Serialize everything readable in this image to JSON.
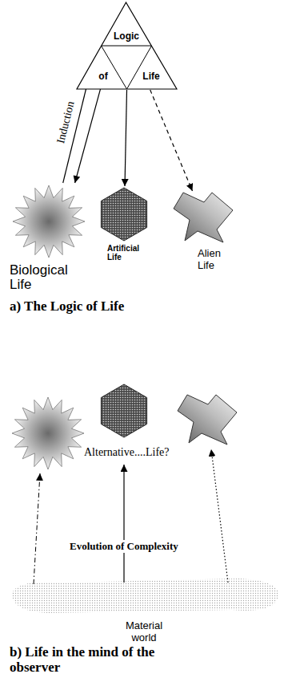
{
  "diagram": {
    "nodes": [
      {
        "text": [
          "Logic",
          "of",
          "Life"
        ]
      },
      {
        "text": [
          "Biological Life"
        ]
      },
      {
        "text": [
          "Artificial Life"
        ]
      },
      {
        "text": [
          "Alien Life"
        ]
      }
    ],
    "edges": [
      {
        "from": 1,
        "to": 0,
        "arrow": "to",
        "label": "Induction"
      },
      {
        "from": 0,
        "to": 1,
        "arrow": "to"
      },
      {
        "from": 0,
        "to": 2,
        "arrow": "to"
      },
      {
        "from": 0,
        "to": 3,
        "arrow": "to"
      }
    ],
    "labels": [
      "a) The Logic of Life",
      "Alternative....Life?",
      "Evolution of Complexity",
      "Material world",
      "b) Life in the mind of the observer"
    ]
  }
}
